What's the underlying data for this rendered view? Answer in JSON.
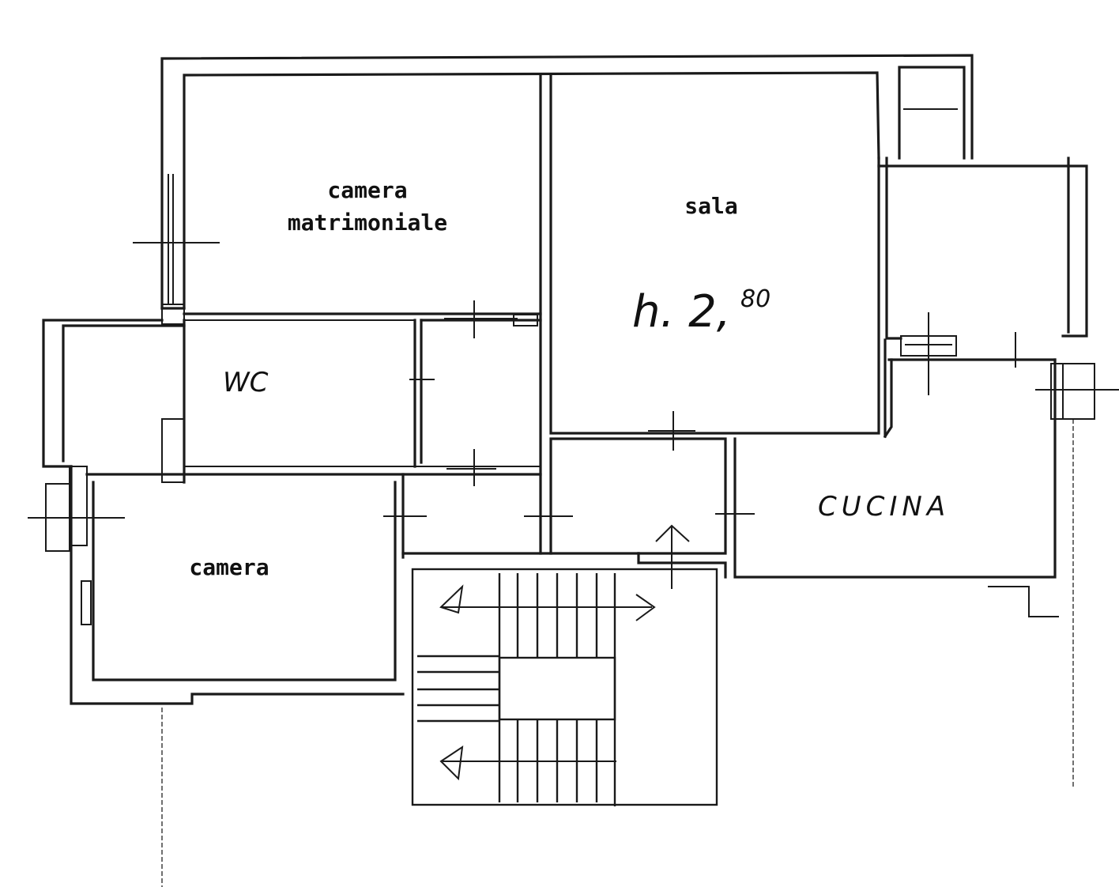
{
  "rooms": {
    "camera_matrimoniale_line1": "camera",
    "camera_matrimoniale_line2": "matrimoniale",
    "sala": "sala",
    "height_main": "h. 2,",
    "height_sup": "80",
    "wc": "WC",
    "camera": "camera",
    "cucina": "CUCINA"
  }
}
